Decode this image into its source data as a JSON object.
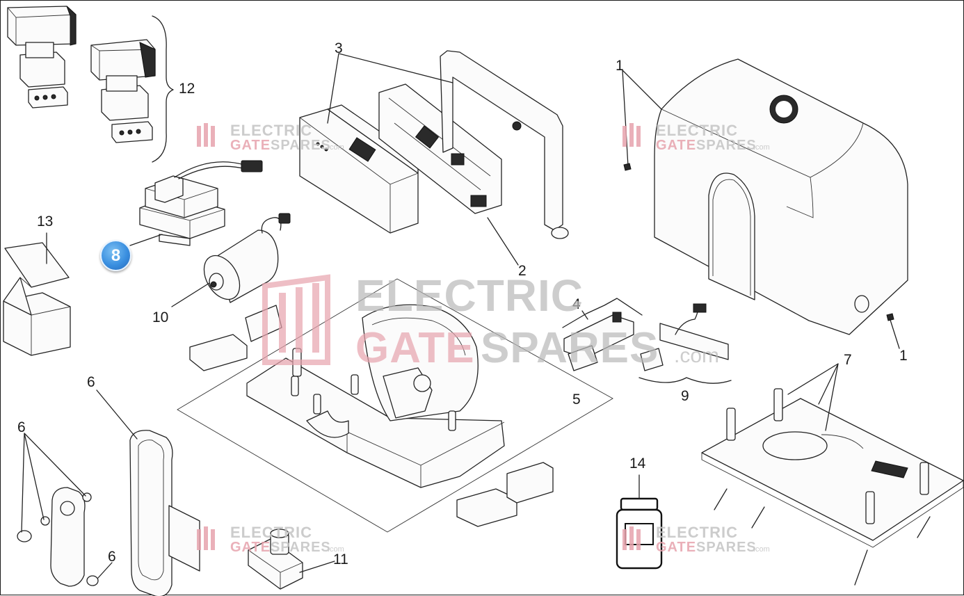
{
  "diagram": {
    "callouts": {
      "c1a": "1",
      "c1b": "1",
      "c2": "2",
      "c3": "3",
      "c4": "4",
      "c5": "5",
      "c6a": "6",
      "c6b": "6",
      "c6c": "6",
      "c7": "7",
      "c9": "9",
      "c10": "10",
      "c11": "11",
      "c12": "12",
      "c13": "13",
      "c14": "14"
    },
    "highlighted_callout": "8",
    "highlight_color": "#3a8fe0",
    "line_color": "#222222"
  },
  "watermark": {
    "line1": "ELECTRIC",
    "line2_a": "GATE",
    "line2_b": "SPARES",
    "suffix": ".com",
    "color_main": "#b9b9b9",
    "color_accent": "#e7a3ad"
  }
}
